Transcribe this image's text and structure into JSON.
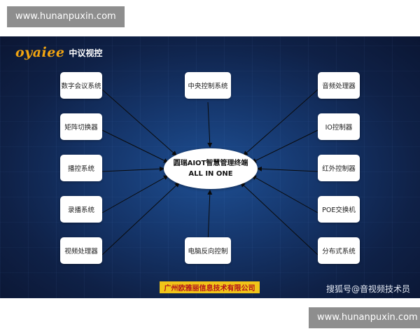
{
  "watermark": {
    "top": "www.hunanpuxin.com",
    "bottom": "www.hunanpuxin.com"
  },
  "logo": {
    "mark": "oyaiee",
    "text": "中议视控"
  },
  "hub": {
    "line1": "圆瑞AIOT智慧管理终端",
    "line2": "ALL IN ONE"
  },
  "nodes": {
    "left": [
      "数字会议系统",
      "矩阵切换器",
      "播控系统",
      "录播系统",
      "视频处理器"
    ],
    "center_top": "中央控制系统",
    "center_bottom": "电脑反向控制",
    "right": [
      "音频处理器",
      "IO控制器",
      "红外控制器",
      "POE交换机",
      "分布式系统"
    ]
  },
  "footer": {
    "company": "广州欧雅丽信息技术有限公司",
    "source": "搜狐号@音视频技术员"
  },
  "colors": {
    "background": "#15356a",
    "node": "#ffffff",
    "accent": "#f0c419",
    "logo": "#f2a511"
  }
}
